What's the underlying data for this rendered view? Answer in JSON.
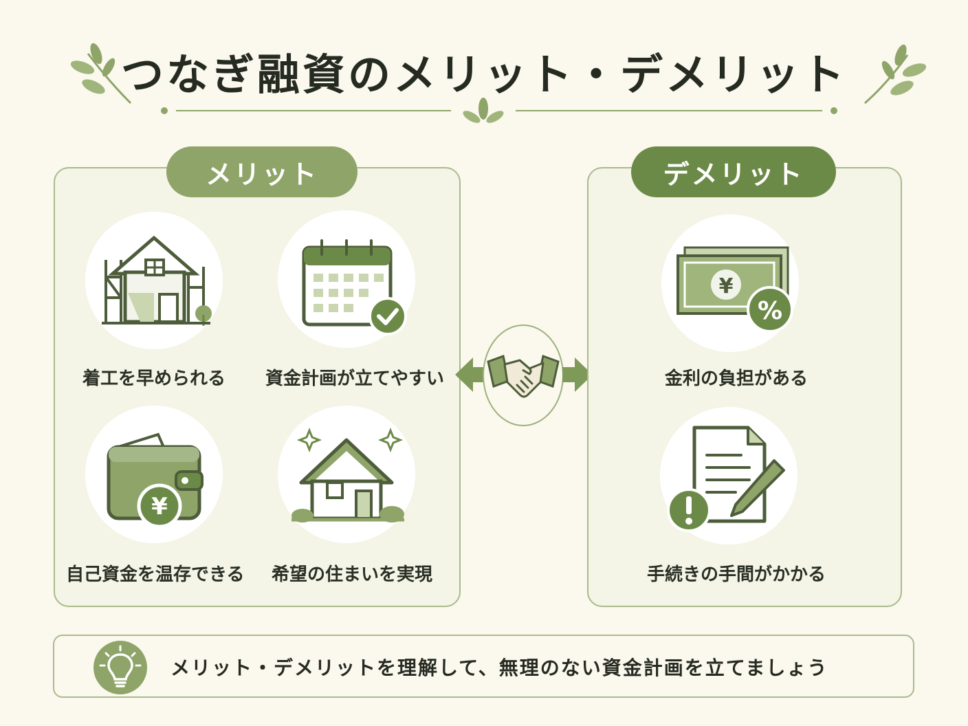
{
  "title": "つなぎ融資のメリット・デメリット",
  "merit": {
    "heading": "メリット",
    "items": [
      {
        "label": "着工を早められる",
        "icon": "house-construction-icon"
      },
      {
        "label": "資金計画が立てやすい",
        "icon": "calendar-check-icon"
      },
      {
        "label": "自己資金を温存できる",
        "icon": "wallet-yen-icon"
      },
      {
        "label": "希望の住まいを実現",
        "icon": "new-house-icon"
      }
    ]
  },
  "demerit": {
    "heading": "デメリット",
    "items": [
      {
        "label": "金利の負担がある",
        "icon": "money-percent-icon"
      },
      {
        "label": "手続きの手間がかかる",
        "icon": "document-pen-warning-icon"
      }
    ]
  },
  "center_icon": "handshake-icon",
  "tip": {
    "text": "メリット・デメリットを理解して、無理のない資金計画を立てましょう",
    "icon": "lightbulb-icon"
  },
  "colors": {
    "background": "#fbf8ee",
    "accent_light": "#8ea468",
    "accent_dark": "#6c8a47",
    "panel": "#f4f5e6",
    "border": "#a8bb8c"
  }
}
